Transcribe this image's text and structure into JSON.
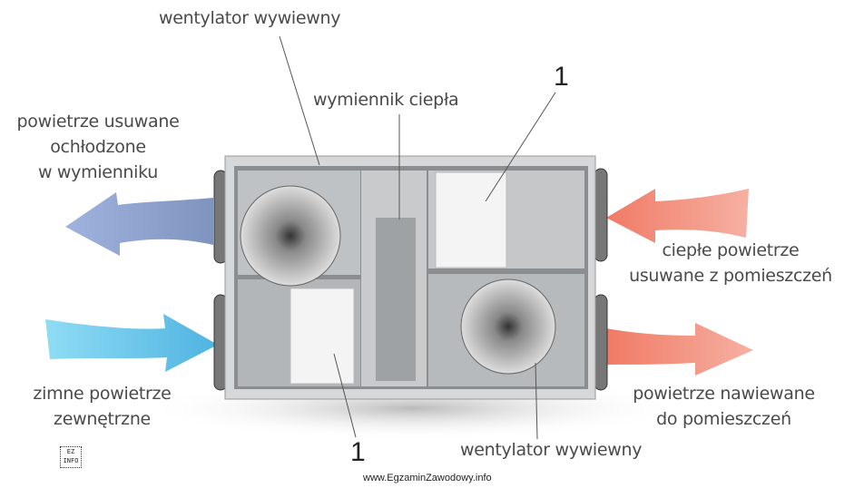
{
  "labels": {
    "fan_top": "wentylator wywiewny",
    "exchanger": "wymiennik ciepła",
    "num_top": "1",
    "exhaust_out": [
      "powietrze usuwane",
      "ochłodzone",
      "w wymienniku"
    ],
    "warm_in": [
      "ciepłe powietrze",
      "usuwane z pomieszczeń"
    ],
    "cold_in": [
      "zimne powietrze",
      "zewnętrzne"
    ],
    "supply_out": [
      "powietrze nawiewane",
      "do pomieszczeń"
    ],
    "num_bottom": "1",
    "fan_bottom": "wentylator wywiewny"
  },
  "logo": "EZ INFO",
  "watermark": "www.EgzaminZawodowy.info",
  "colors": {
    "exhaust": "#8ea4d0",
    "cold": "#6ec8ea",
    "warm": "#ee8a78",
    "casing": "#c9cbcc"
  }
}
